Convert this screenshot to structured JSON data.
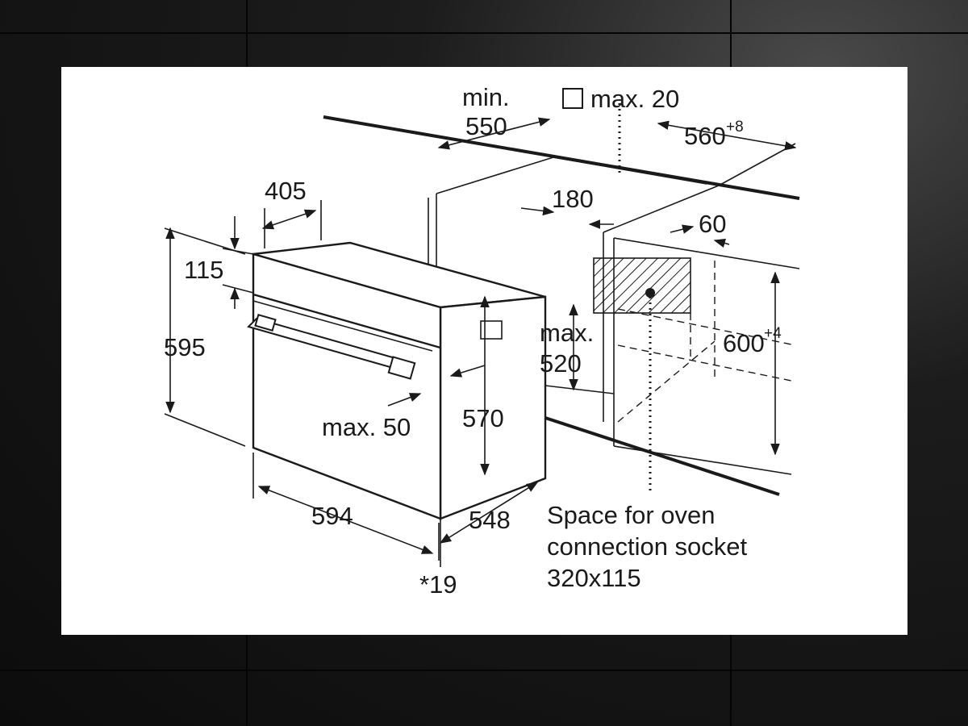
{
  "diagram": {
    "dim_min": "min.",
    "dim_550": "550",
    "dim_max20": "max. 20",
    "dim_560": "560",
    "dim_560_tol": "+8",
    "dim_405": "405",
    "dim_180": "180",
    "dim_60": "60",
    "dim_115": "115",
    "dim_595": "595",
    "dim_max": "max.",
    "dim_520": "520",
    "dim_600": "600",
    "dim_600_tol": "+4",
    "dim_max50": "max. 50",
    "dim_570": "570",
    "dim_594": "594",
    "dim_548": "548",
    "dim_19": "*19",
    "socket_line1": "Space for oven",
    "socket_line2": "connection socket",
    "socket_line3": "320x115"
  }
}
